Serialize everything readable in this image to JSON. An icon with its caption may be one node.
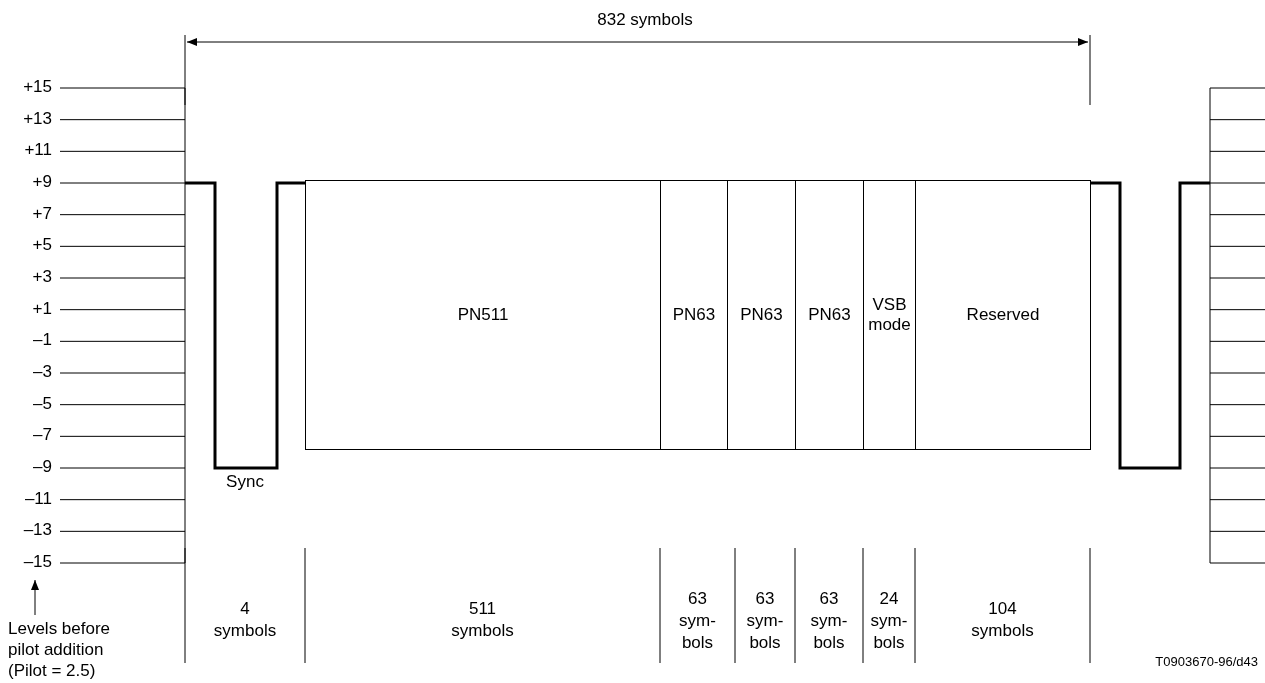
{
  "diagram": {
    "nodes": [
      {
        "text": [
          "PN511"
        ]
      },
      {
        "text": [
          "PN63"
        ]
      },
      {
        "text": [
          "PN63"
        ]
      },
      {
        "text": [
          "PN63"
        ]
      },
      {
        "text": [
          "VSB mode"
        ]
      },
      {
        "text": [
          "Reserved"
        ]
      }
    ],
    "labels": [
      "832 symbols",
      "+15",
      "+13",
      "+11",
      "+9",
      "+7",
      "+5",
      "+3",
      "+1",
      "–1",
      "–3",
      "–5",
      "–7",
      "–9",
      "–11",
      "–13",
      "–15",
      "Sync",
      "4 symbols",
      "511 symbols",
      "63 sym- bols",
      "63 sym- bols",
      "63 sym- bols",
      "24 sym- bols",
      "104 symbols",
      "Levels before pilot addition (Pilot = 2.5)",
      "T0903670-96/d43"
    ]
  }
}
